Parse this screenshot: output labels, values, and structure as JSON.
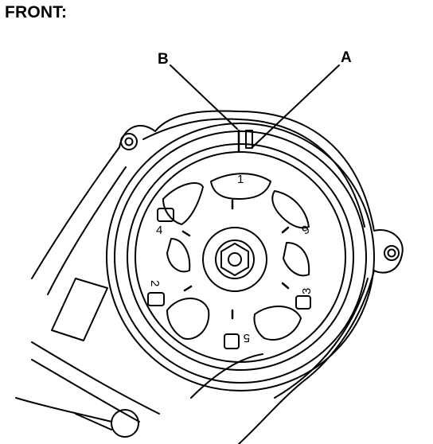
{
  "heading": "FRONT:",
  "callouts": {
    "a": "A",
    "b": "B"
  },
  "timing_marks": {
    "n1": "1",
    "n2": "2",
    "n3": "3",
    "n4": "4",
    "n5": "5",
    "n6": "6"
  },
  "colors": {
    "ink": "#000000",
    "paper": "#ffffff"
  }
}
